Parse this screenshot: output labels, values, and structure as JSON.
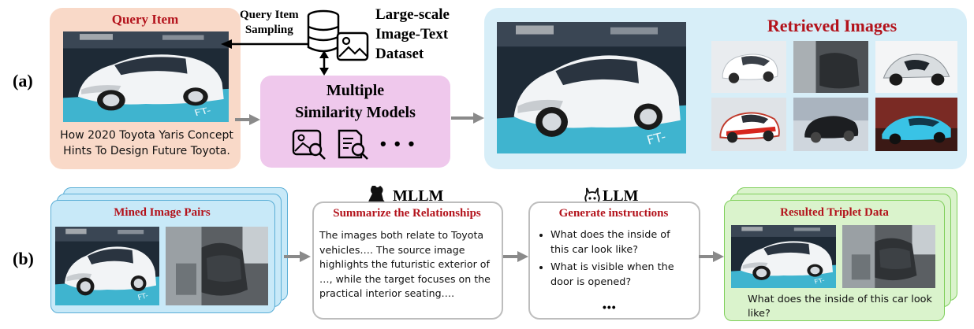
{
  "section_a": {
    "label": "(a)",
    "query": {
      "title": "Query Item",
      "caption": "How 2020 Toyota Yaris Concept Hints To Design Future Toyota."
    },
    "sampling_label": "Query Item\nSampling",
    "dataset_label": "Large-scale\nImage-Text\nDataset",
    "similarity_title": "Multiple\nSimilarity Models",
    "ellipsis": "• • •",
    "retrieved_title": "Retrieved Images"
  },
  "section_b": {
    "label": "(b)",
    "mined_title": "Mined Image Pairs",
    "mllm": {
      "name": "MLLM",
      "title": "Summarize the Relationships",
      "text": "The images both relate to Toyota vehicles…. The source image highlights the futuristic exterior of …, while the target focuses on the practical interior seating…."
    },
    "llm": {
      "name": "LLM",
      "title": "Generate instructions",
      "bullets": [
        "What does the inside of this car look like?",
        "What is visible when the door is opened?"
      ],
      "ellipsis": "•••"
    },
    "result": {
      "title": "Resulted Triplet Data",
      "caption": "What does the inside of this car look like?"
    }
  },
  "colors": {
    "accent_red": "#b3121b",
    "query_bg": "#f9d9c8",
    "similarity_bg": "#efc8ec",
    "retrieved_bg": "#d7eef8",
    "mined_bg": "#c8e9f8",
    "mined_border": "#5aaed6",
    "result_bg": "#daf3cc",
    "result_border": "#7fcf5a",
    "arrow_gray": "#8a8a8a"
  }
}
